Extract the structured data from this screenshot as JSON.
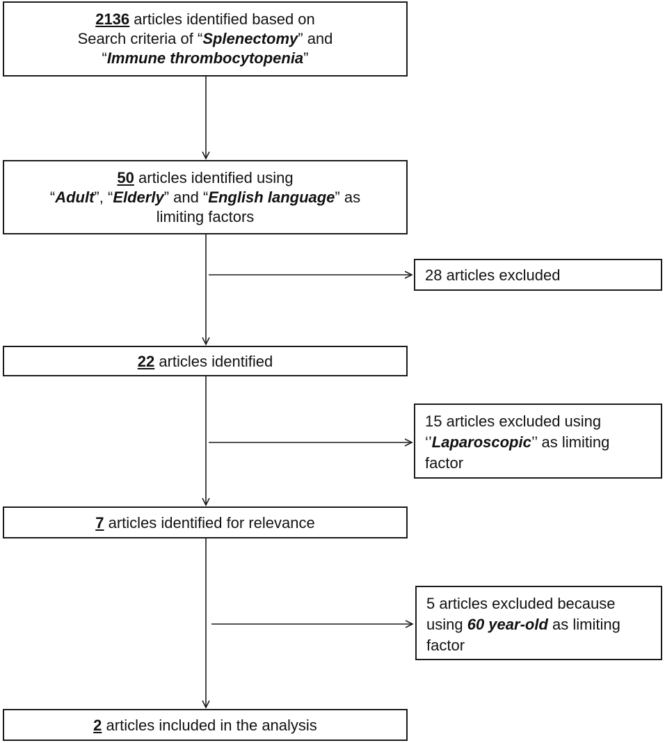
{
  "boxes": {
    "b1": {
      "n": "2136",
      "t1": " articles identified based on",
      "t2": "Search criteria of “",
      "k1": "Splenectomy",
      "t3": "” and",
      "t4": "“",
      "k2": "Immune thrombocytopenia",
      "t5": "”"
    },
    "b2": {
      "n": "50",
      "t1": " articles identified using",
      "t2": "“",
      "k1": "Adult",
      "t3": "”, “",
      "k2": "Elderly",
      "t4": "” and “",
      "k3": "English language",
      "t5": "” as",
      "t6": "limiting factors"
    },
    "b3": {
      "n": "22",
      "t1": " articles identified"
    },
    "b4": {
      "n": "7",
      "t1": " articles identified for relevance"
    },
    "b5": {
      "n": "2",
      "t1": " articles included in the analysis"
    }
  },
  "excluded": {
    "e1": {
      "t1": "28 articles excluded"
    },
    "e2": {
      "t1": "15 articles excluded using",
      "t2": "‘’",
      "k1": "Laparoscopic",
      "t3": "’’ as limiting",
      "t4": "factor"
    },
    "e3": {
      "t1": "5 articles excluded because",
      "t2": "using ",
      "k1": "60 year-old",
      "t3": " as limiting",
      "t4": "factor"
    }
  }
}
